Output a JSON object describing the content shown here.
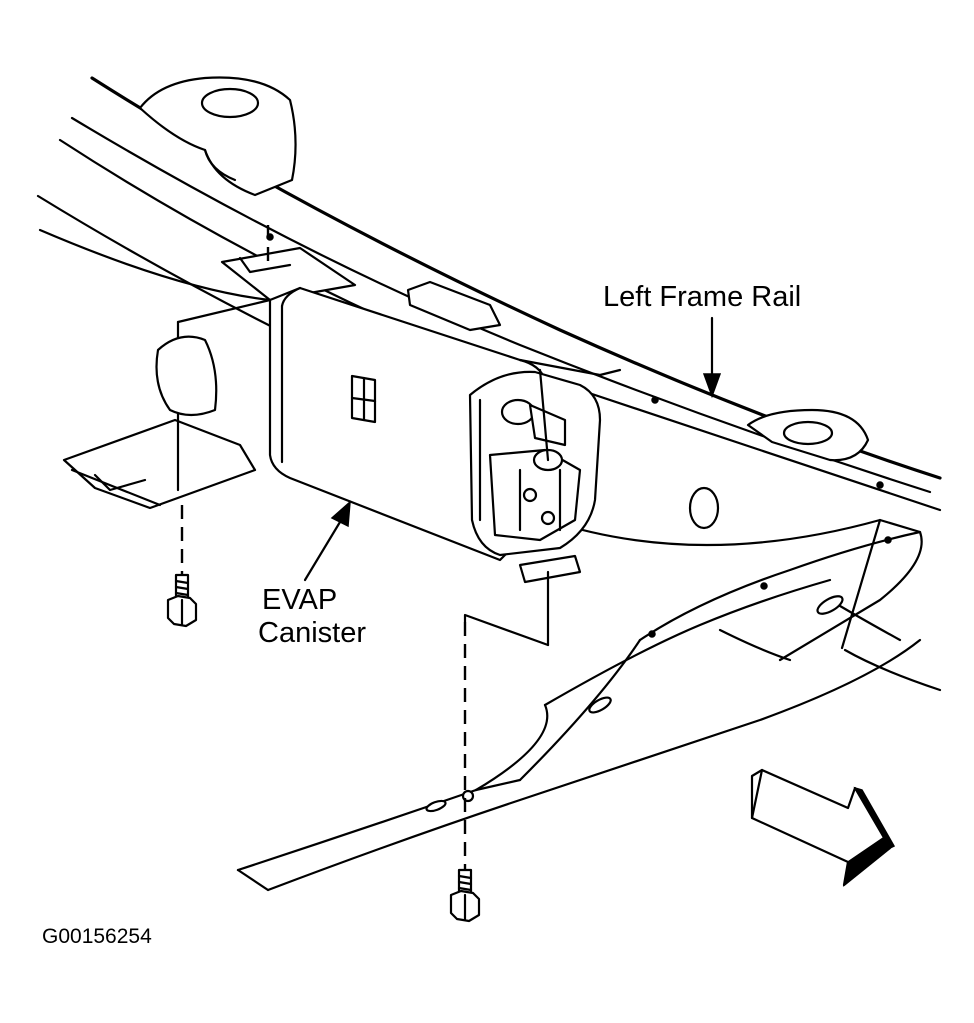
{
  "labels": {
    "frame_rail": "Left Frame Rail",
    "canister_line1": "EVAP",
    "canister_line2": "Canister",
    "figure_id": "G00156254"
  },
  "icons": {
    "direction_arrow": "front-direction-arrow-icon",
    "fasteners": "bolt-icon"
  },
  "colors": {
    "line": "#000000",
    "background": "#ffffff"
  }
}
